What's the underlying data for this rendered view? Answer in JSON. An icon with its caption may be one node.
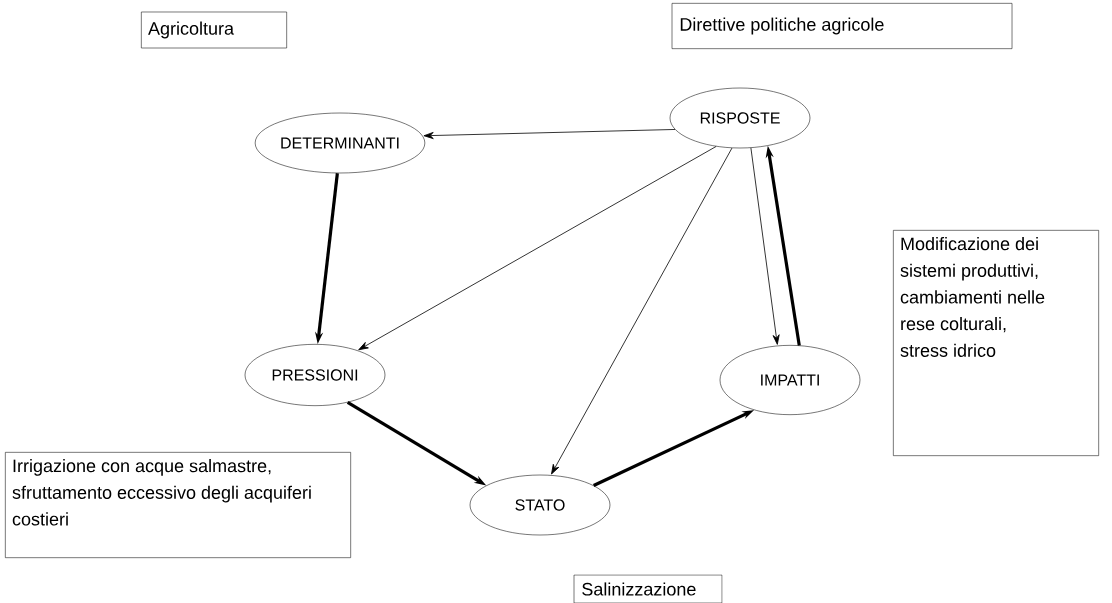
{
  "diagram": {
    "nodes": [
      {
        "text": [
          "Agricoltura"
        ]
      },
      {
        "text": [
          "Direttive politiche agricole"
        ]
      },
      {
        "text": [
          "DETERMINANTI"
        ]
      },
      {
        "text": [
          "RISPOSTE"
        ]
      },
      {
        "text": [
          "PRESSIONI"
        ]
      },
      {
        "text": [
          "IMPATTI"
        ]
      },
      {
        "text": [
          "STATO"
        ]
      },
      {
        "text": [
          "Irrigazione con acque salmastre, sfruttamento eccessivo degli acquiferi costieri"
        ]
      },
      {
        "text": [
          "Modificazione dei sistemi produttivi, cambiamenti nelle rese colturali, stress idrico"
        ]
      },
      {
        "text": [
          "Salinizzazione"
        ]
      }
    ],
    "edges": [
      {
        "from": 3,
        "to": 2,
        "arrow": "to"
      },
      {
        "from": 2,
        "to": 4,
        "arrow": "to",
        "style": "thick"
      },
      {
        "from": 3,
        "to": 4,
        "arrow": "to"
      },
      {
        "from": 3,
        "to": 6,
        "arrow": "to"
      },
      {
        "from": 3,
        "to": 5,
        "arrow": "to"
      },
      {
        "from": 5,
        "to": 3,
        "arrow": "to",
        "style": "thick"
      },
      {
        "from": 4,
        "to": 6,
        "arrow": "to",
        "style": "thick"
      },
      {
        "from": 6,
        "to": 5,
        "arrow": "to",
        "style": "thick"
      }
    ]
  }
}
